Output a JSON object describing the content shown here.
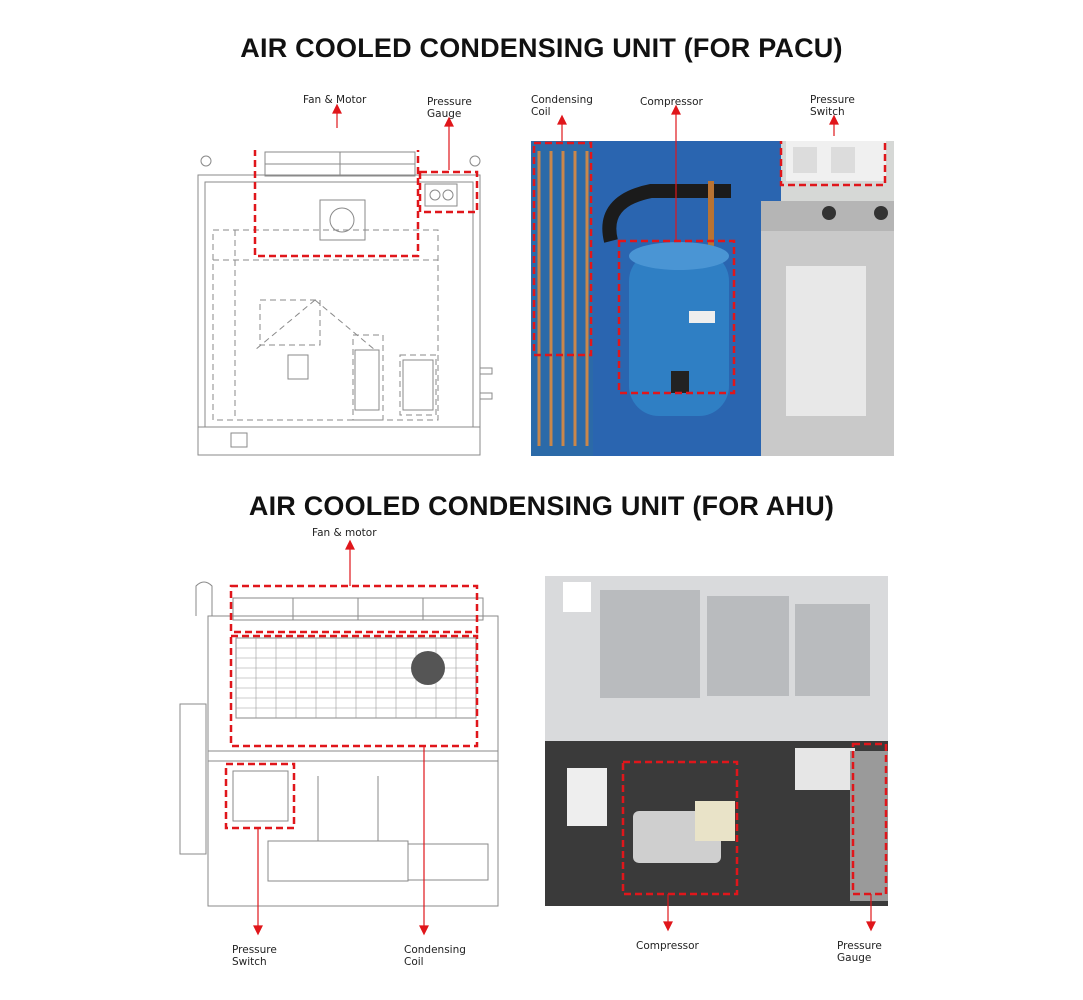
{
  "sections": [
    {
      "title": "AIR COOLED CONDENSING UNIT (FOR PACU)",
      "labels": {
        "fan_motor": "Fan & Motor",
        "pressure_gauge": "Pressure\nGauge",
        "condensing_coil": "Condensing\nCoil",
        "compressor": "Compressor",
        "pressure_switch": "Pressure\nSwitch"
      }
    },
    {
      "title": "AIR COOLED CONDENSING UNIT (FOR AHU)",
      "labels": {
        "fan_motor": "Fan & motor",
        "pressure_switch": "Pressure\nSwitch",
        "condensing_coil": "Condensing\nCoil",
        "compressor": "Compressor",
        "pressure_gauge": "Pressure\nGauge"
      }
    }
  ],
  "colors": {
    "callout_red": "#e0161b",
    "drawing_line": "#8a8a8a",
    "coil_blue": "#1e5a9e",
    "compressor_blue": "#2f7fc4",
    "frame_gray": "#c9c9c9",
    "ahu_body": "#d9dadc"
  }
}
